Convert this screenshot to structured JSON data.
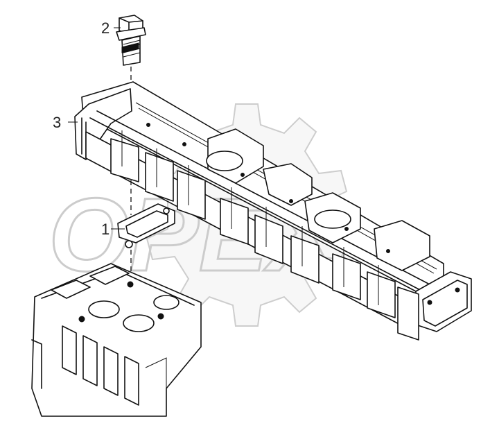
{
  "callouts": [
    {
      "id": "1",
      "label": "1"
    },
    {
      "id": "2",
      "label": "2"
    },
    {
      "id": "3",
      "label": "3"
    }
  ],
  "watermark": {
    "text": "OPEX",
    "color": "#bcbcbc"
  },
  "colors": {
    "line": "#111111",
    "background": "#ffffff"
  }
}
